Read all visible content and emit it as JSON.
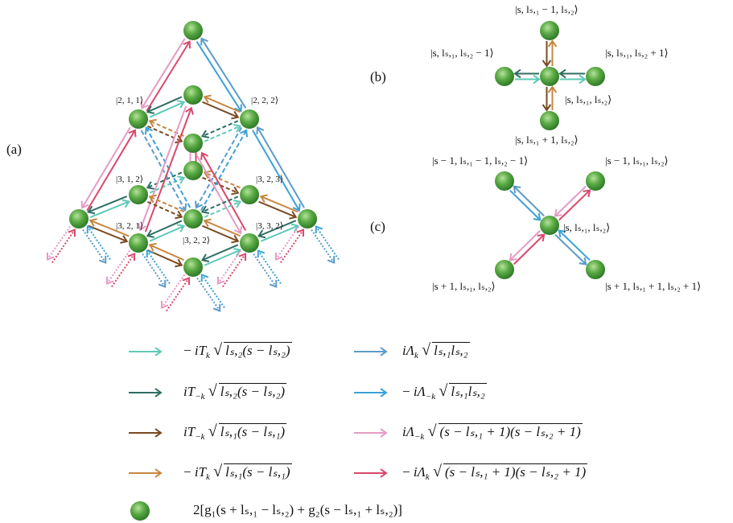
{
  "panels": {
    "a": "(a)",
    "b": "(b)",
    "c": "(c)"
  },
  "colors": {
    "teal_light": "#5ec9b6",
    "teal_dark": "#2e6d62",
    "brown_dark": "#7a4a22",
    "brown_light": "#c7863f",
    "blue_steel": "#5b9bc8",
    "blue_bright": "#3aa2d6",
    "pink": "#e59ac4",
    "red": "#d9486b",
    "node": "#5aaa45"
  },
  "lattice_labels": [
    "|2, 1, 1⟩",
    "|2, 2, 2⟩",
    "|3, 1, 2⟩",
    "|3, 2, 3⟩",
    "|3, 2, 1⟩",
    "|3, 3, 2⟩",
    "|3, 2, 2⟩"
  ],
  "panel_b_labels": [
    "|s, lₛ,₁ − 1, lₛ,₂⟩",
    "|s, lₛ,₁, lₛ,₂ − 1⟩",
    "|s, lₛ,₁, lₛ,₂ + 1⟩",
    "|s, lₛ,₁, lₛ,₂⟩",
    "|s, lₛ,₁ + 1, lₛ,₂⟩"
  ],
  "panel_c_labels": [
    "|s − 1, lₛ,₁ − 1, lₛ,₂ − 1⟩",
    "|s − 1, lₛ,₁, lₛ,₂⟩",
    "|s, lₛ,₁, lₛ,₂⟩",
    "|s + 1, lₛ,₁, lₛ,₂⟩",
    "|s + 1, lₛ,₁ + 1, lₛ,₂ + 1⟩"
  ],
  "legend": [
    {
      "color": "teal_light",
      "sign": "− ",
      "op": "iT",
      "sub": "k",
      "radicand": "lₛ,₂(s − lₛ,₂)"
    },
    {
      "color": "blue_steel",
      "sign": "",
      "op": "iΛ",
      "sub": "k",
      "radicand": "lₛ,₁lₛ,₂"
    },
    {
      "color": "teal_dark",
      "sign": "",
      "op": "iT",
      "sub": "−k",
      "radicand": "lₛ,₂(s − lₛ,₂)"
    },
    {
      "color": "blue_bright",
      "sign": "− ",
      "op": "iΛ",
      "sub": "−k",
      "radicand": "lₛ,₁lₛ,₂"
    },
    {
      "color": "brown_dark",
      "sign": "",
      "op": "iT",
      "sub": "−k",
      "radicand": "lₛ,₁(s − lₛ,₁)"
    },
    {
      "color": "pink",
      "sign": "",
      "op": "iΛ",
      "sub": "−k",
      "radicand": "(s − lₛ,₁ + 1)(s − lₛ,₂ + 1)"
    },
    {
      "color": "brown_light",
      "sign": "− ",
      "op": "iT",
      "sub": "k",
      "radicand": "lₛ,₁(s − lₛ,₁)"
    },
    {
      "color": "red",
      "sign": "− ",
      "op": "iΛ",
      "sub": "k",
      "radicand": "(s − lₛ,₁ + 1)(s − lₛ,₂ + 1)"
    }
  ],
  "node_legend": "2[g₁(s + lₛ,₁ − lₛ,₂) + g₂(s − lₛ,₁ + lₛ,₂)]"
}
